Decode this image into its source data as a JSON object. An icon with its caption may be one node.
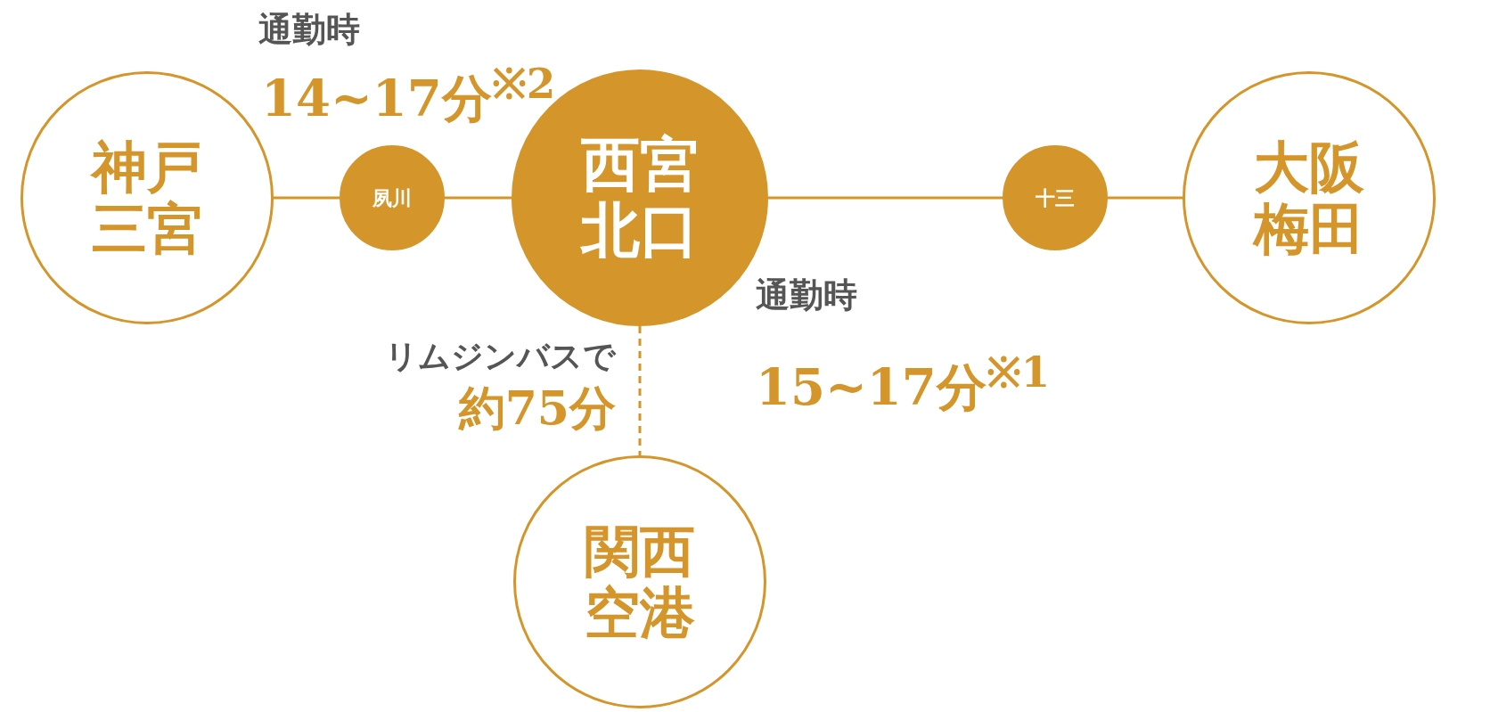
{
  "diagram": {
    "nodes": [
      {
        "text": [
          "神戸三宮"
        ]
      },
      {
        "text": [
          "夙川"
        ]
      },
      {
        "text": [
          "西宮北口"
        ]
      },
      {
        "text": [
          "十三"
        ]
      },
      {
        "text": [
          "大阪梅田"
        ]
      },
      {
        "text": [
          "関西空港"
        ]
      }
    ],
    "edges": [
      {
        "from": 0,
        "to": 1,
        "arrow": "none"
      },
      {
        "from": 1,
        "to": 2,
        "arrow": "none"
      },
      {
        "from": 2,
        "to": 3,
        "arrow": "none"
      },
      {
        "from": 3,
        "to": 4,
        "arrow": "none"
      },
      {
        "from": 2,
        "to": 5,
        "arrow": "none",
        "style": "dashed"
      }
    ],
    "labels": [
      "通勤時",
      "14~17分$^{※2}$",
      "リムジンバスで",
      "約75分",
      "通勤時",
      "15~17分$^{※1}$"
    ]
  }
}
